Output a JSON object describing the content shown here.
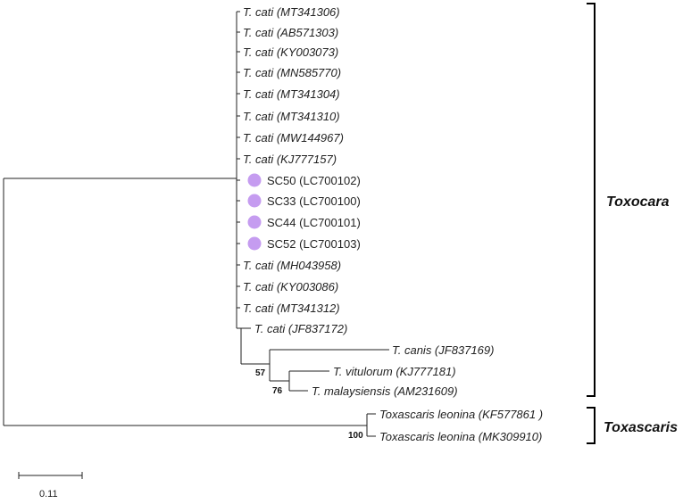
{
  "taxa": [
    {
      "label": "T. cati (MT341306)",
      "italic": true,
      "marker": false
    },
    {
      "label": "T. cati (AB571303)",
      "italic": true,
      "marker": false
    },
    {
      "label": "T. cati (KY003073)",
      "italic": true,
      "marker": false
    },
    {
      "label": "T. cati (MN585770)",
      "italic": true,
      "marker": false
    },
    {
      "label": "T. cati (MT341304)",
      "italic": true,
      "marker": false
    },
    {
      "label": "T. cati (MT341310)",
      "italic": true,
      "marker": false
    },
    {
      "label": "T. cati (MW144967)",
      "italic": true,
      "marker": false
    },
    {
      "label": "T. cati (KJ777157)",
      "italic": true,
      "marker": false
    },
    {
      "label": "SC50 (LC700102)",
      "italic": false,
      "marker": true
    },
    {
      "label": "SC33 (LC700100)",
      "italic": false,
      "marker": true
    },
    {
      "label": "SC44 (LC700101)",
      "italic": false,
      "marker": true
    },
    {
      "label": "SC52 (LC700103)",
      "italic": false,
      "marker": true
    },
    {
      "label": "T. cati (MH043958)",
      "italic": true,
      "marker": false
    },
    {
      "label": "T. cati (KY003086)",
      "italic": true,
      "marker": false
    },
    {
      "label": "T. cati (MT341312)",
      "italic": true,
      "marker": false
    },
    {
      "label": "T. cati (JF837172)",
      "italic": true,
      "marker": false
    },
    {
      "label": "T. canis (JF837169)",
      "italic": true,
      "marker": false
    },
    {
      "label": "T. vitulorum (KJ777181)",
      "italic": true,
      "marker": false
    },
    {
      "label": "T. malaysiensis (AM231609)",
      "italic": true,
      "marker": false
    },
    {
      "label": "Toxascaris leonina (KF577861 )",
      "italic": true,
      "marker": false
    },
    {
      "label": "Toxascaris leonina (MK309910)",
      "italic": true,
      "marker": false
    }
  ],
  "bootstrap": [
    {
      "value": "57"
    },
    {
      "value": "76"
    },
    {
      "value": "100"
    }
  ],
  "clades": [
    {
      "name": "Toxocara"
    },
    {
      "name": "Toxascaris"
    }
  ],
  "scale_bar": {
    "label": "0.11"
  },
  "colors": {
    "marker": "#c59cf0",
    "line": "#222222"
  }
}
